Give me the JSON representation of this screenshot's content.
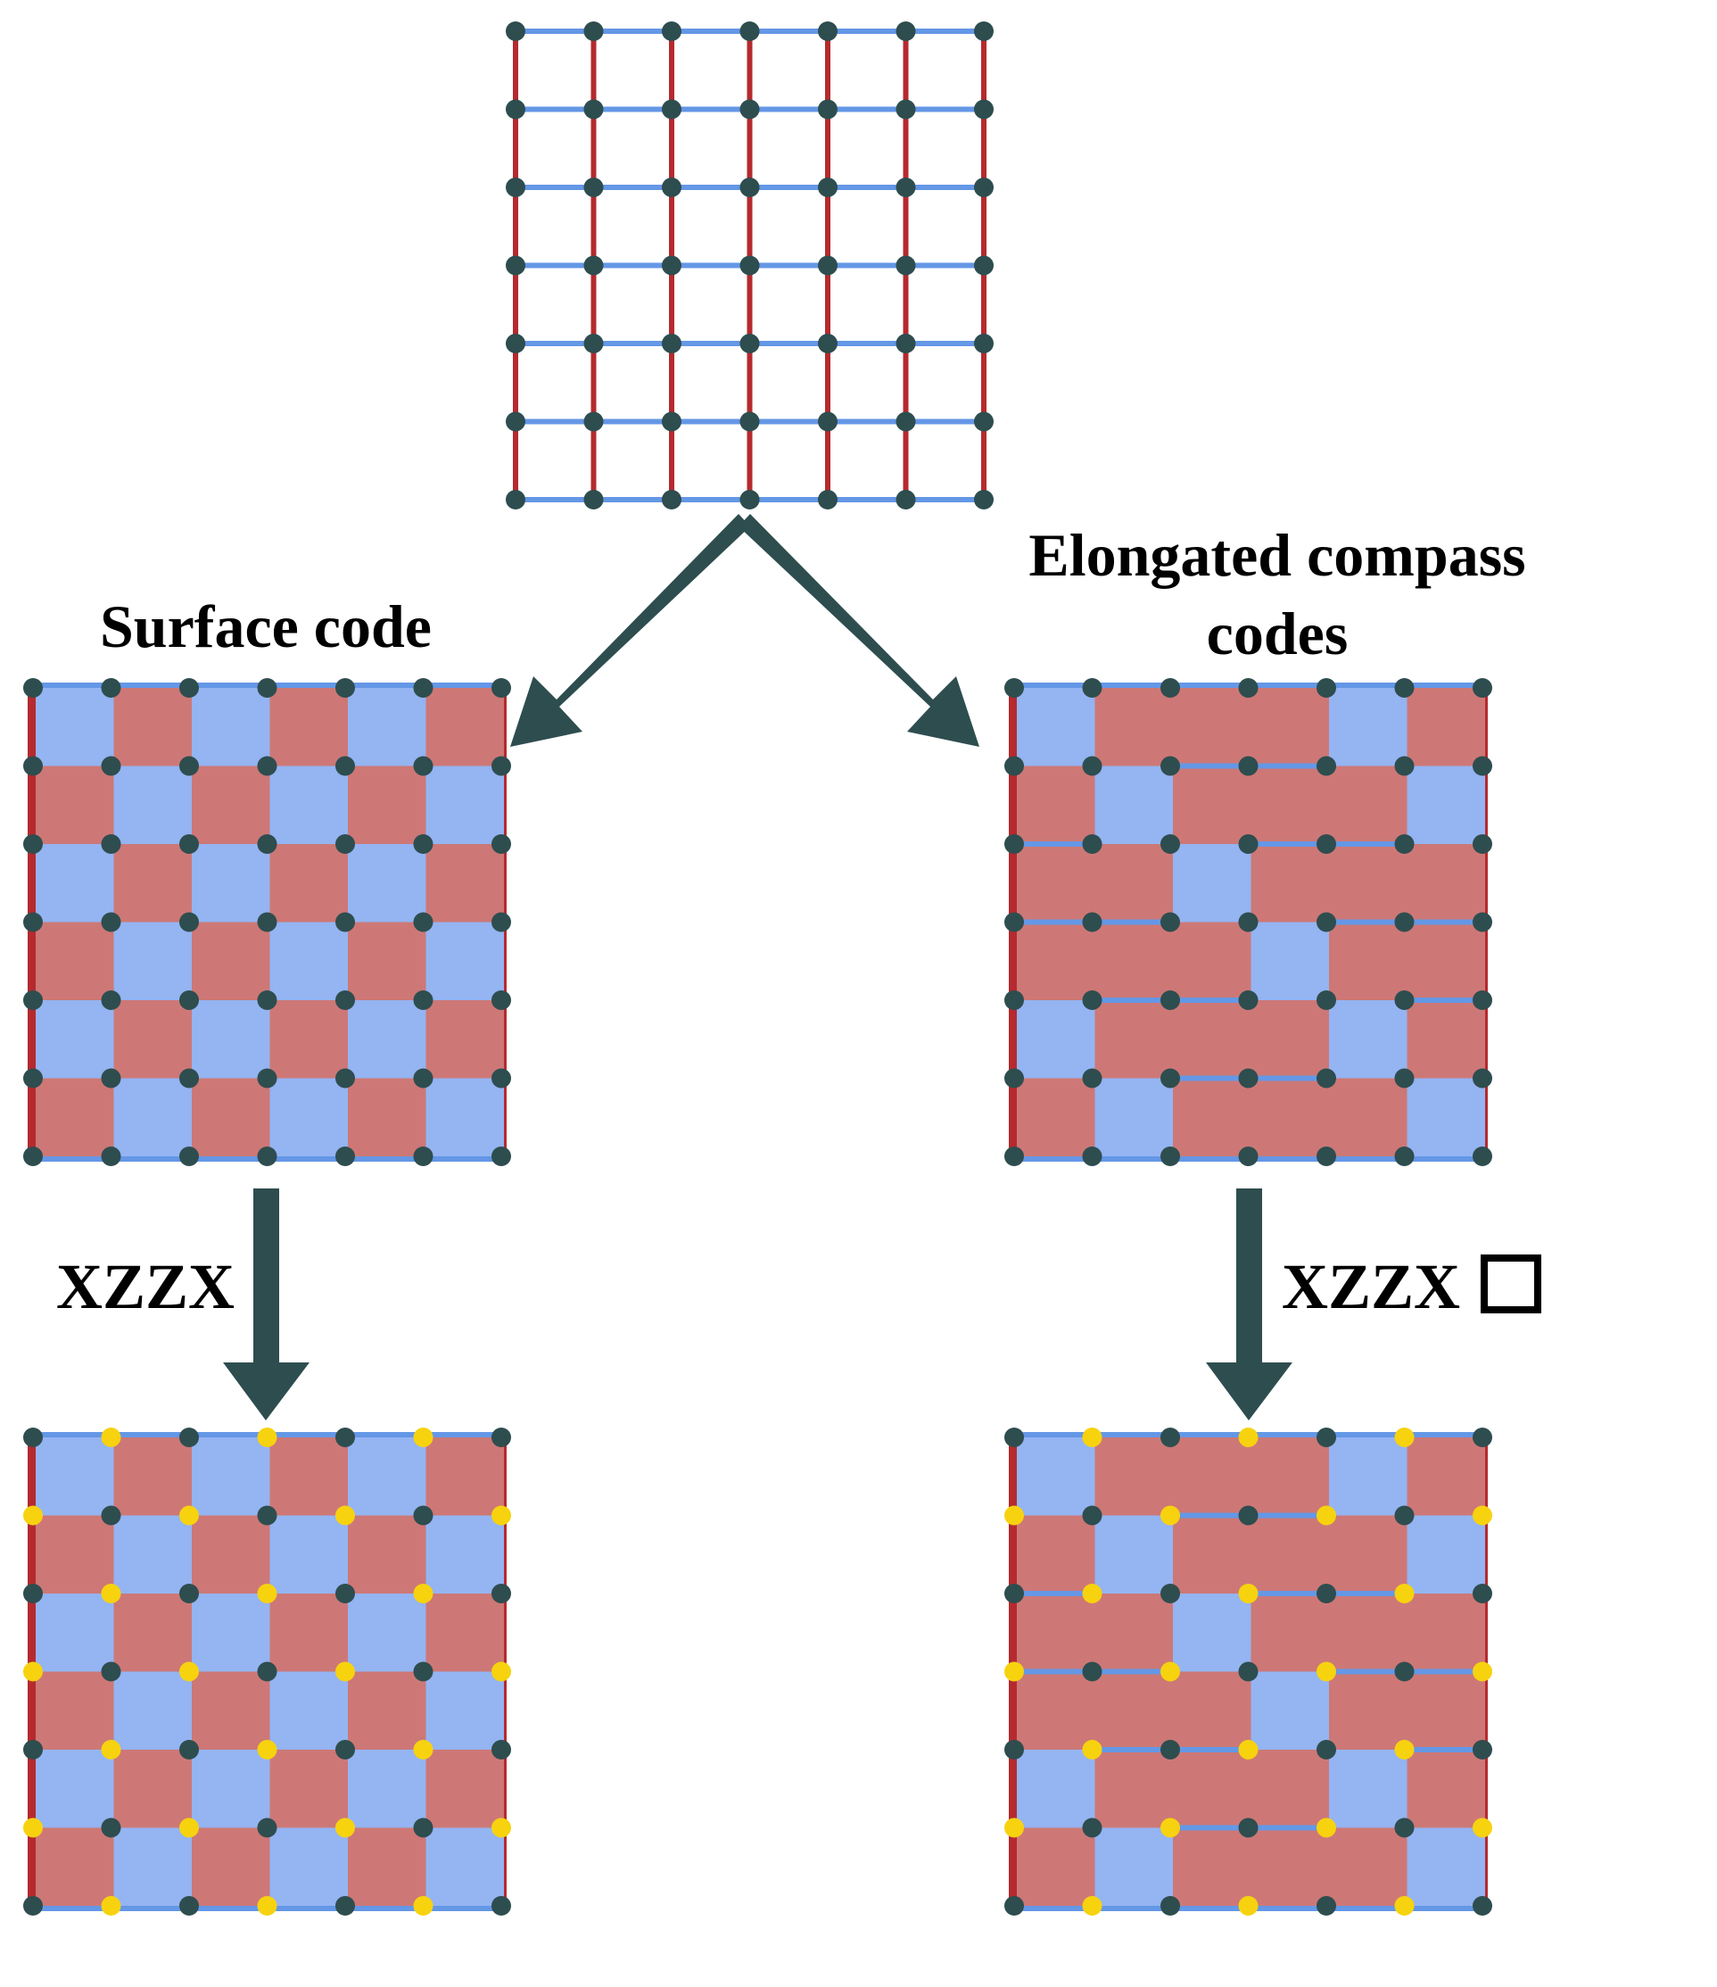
{
  "colors": {
    "background": "#ffffff",
    "qubit": "#2e4d4f",
    "qubit_hadamard": "#f7d20f",
    "edge_red": "#b52a2e",
    "edge_blue": "#6497e6",
    "plaquette_red": "#cd7876",
    "plaquette_blue": "#94b4f2",
    "arrow": "#2e4d4f",
    "text": "#000000"
  },
  "labels": {
    "surface_code": "Surface code",
    "elongated_line1": "Elongated compass",
    "elongated_line2": "codes",
    "xzzx_left": "XZZX",
    "xzzx_right": "XZZX"
  },
  "lattice": {
    "qubit_rows": 7,
    "qubit_cols": 7
  },
  "surface_code": {
    "plaquette_pattern": "checkerboard",
    "top_left_plaquette": "blue"
  },
  "elongated_code": {
    "plaquette_rows": [
      [
        "blue",
        "red",
        "red",
        "red",
        "blue",
        "red"
      ],
      [
        "red",
        "blue",
        "red",
        "red",
        "red",
        "blue"
      ],
      [
        "red",
        "red",
        "blue",
        "red",
        "red",
        "red"
      ],
      [
        "red",
        "red",
        "red",
        "blue",
        "red",
        "red"
      ],
      [
        "blue",
        "red",
        "red",
        "red",
        "blue",
        "red"
      ],
      [
        "red",
        "blue",
        "red",
        "red",
        "red",
        "blue"
      ]
    ]
  },
  "hadamard_qubits_rule": "(row + col) odd"
}
